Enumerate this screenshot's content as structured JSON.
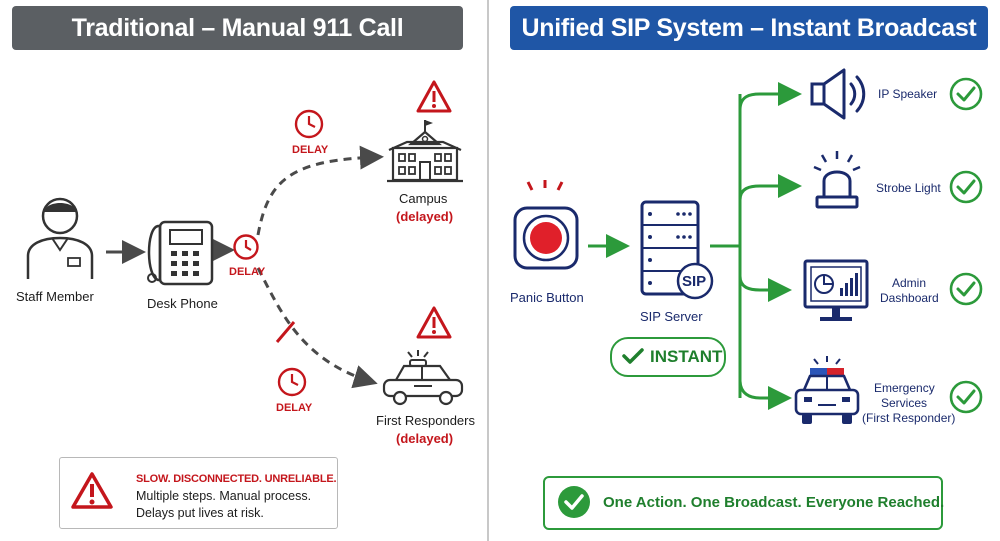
{
  "left_panel": {
    "title": "Traditional – Manual 911 Call",
    "staff_label": "Staff Member",
    "phone_label": "Desk Phone",
    "delay_label": "DELAY",
    "campus_label": "Campus",
    "campus_status": "(delayed)",
    "responders_label": "First Responders",
    "responders_status": "(delayed)",
    "warning": {
      "headline": "SLOW. DISCONNECTED. UNRELIABLE.",
      "line1": "Multiple steps. Manual process.",
      "line2": "Delays put lives at risk."
    }
  },
  "right_panel": {
    "title": "Unified SIP System – Instant Broadcast",
    "panic_label": "Panic Button",
    "server_label": "SIP Server",
    "server_badge": "SIP",
    "instant_label": "INSTANT",
    "targets": [
      {
        "label": "IP Speaker"
      },
      {
        "label": "Strobe Light"
      },
      {
        "label_line1": "Admin",
        "label_line2": "Dashboard"
      },
      {
        "label_line1": "Emergency",
        "label_line2": "Services",
        "label_line3": "(First Responder)"
      }
    ],
    "footer": "One Action. One Broadcast. Everyone Reached."
  },
  "colors": {
    "gray_header": "#5b5f63",
    "blue_header": "#1f56a6",
    "alert_red": "#c4161c",
    "success_green": "#2c9a3b",
    "icon_navy": "#1a2a6c"
  }
}
